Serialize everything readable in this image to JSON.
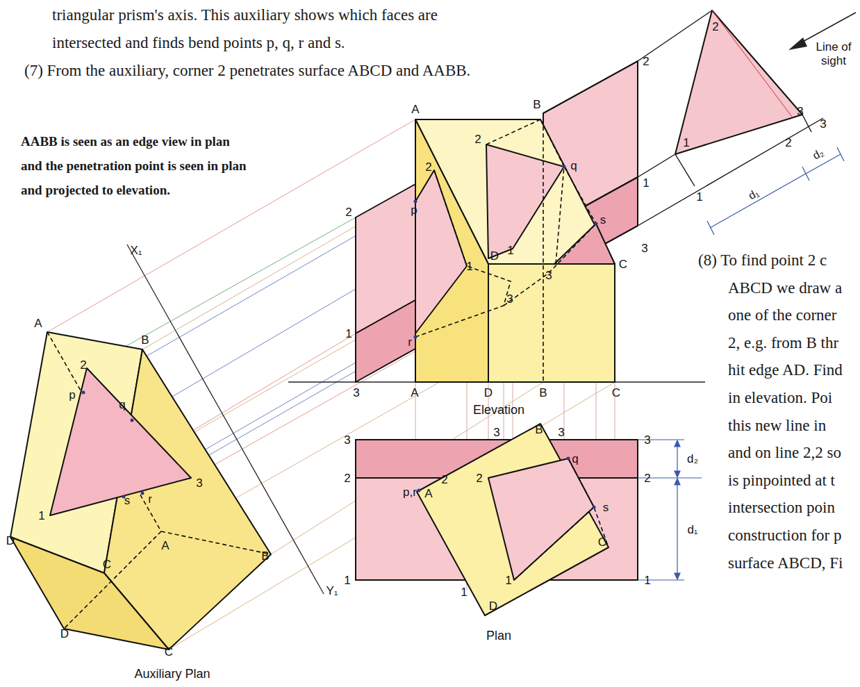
{
  "diagram": {
    "labels": [
      "triangular prism's axis. This auxiliary shows which faces are intersected and finds bend points p, q, r and s.",
      "(7) From the auxiliary, corner 2 penetrates surface ABCD and AABB.",
      "AABB is seen as an edge view in plan and the penetration point is seen in plan and projected to elevation.",
      "(8) To find point 2 c",
      "ABCD we draw a",
      "one of the corner",
      "2, e.g. from B thr",
      "hit edge AD. Find",
      "in elevation. Poi",
      "this new line in",
      "and on line 2,2 so",
      "is pinpointed at t",
      "intersection poin",
      "construction for p",
      "surface ABCD, Fi",
      "A",
      "B",
      "2",
      "q",
      "2",
      "p",
      "2",
      "1",
      "s",
      "3",
      "1",
      "D",
      "1",
      "3",
      "C",
      "3",
      "1",
      "r",
      "3",
      "A",
      "D",
      "B",
      "C",
      "Elevation",
      "3",
      "3",
      "B",
      "3",
      "3",
      "q",
      "2",
      "p,r",
      "A",
      "2",
      "2",
      "2",
      "d₂",
      "s",
      "d₁",
      "C",
      "1",
      "1",
      "1",
      "1",
      "D",
      "Plan",
      "X₁",
      "A",
      "B",
      "2",
      "p",
      "q",
      "3",
      "1",
      "s",
      "r",
      "A",
      "D",
      "C",
      "B",
      "Y₁",
      "D",
      "C",
      "Auxiliary Plan",
      "2",
      "2",
      "Line of sight",
      "3",
      "3",
      "2",
      "1",
      "d₂",
      "1",
      "d₁"
    ]
  }
}
